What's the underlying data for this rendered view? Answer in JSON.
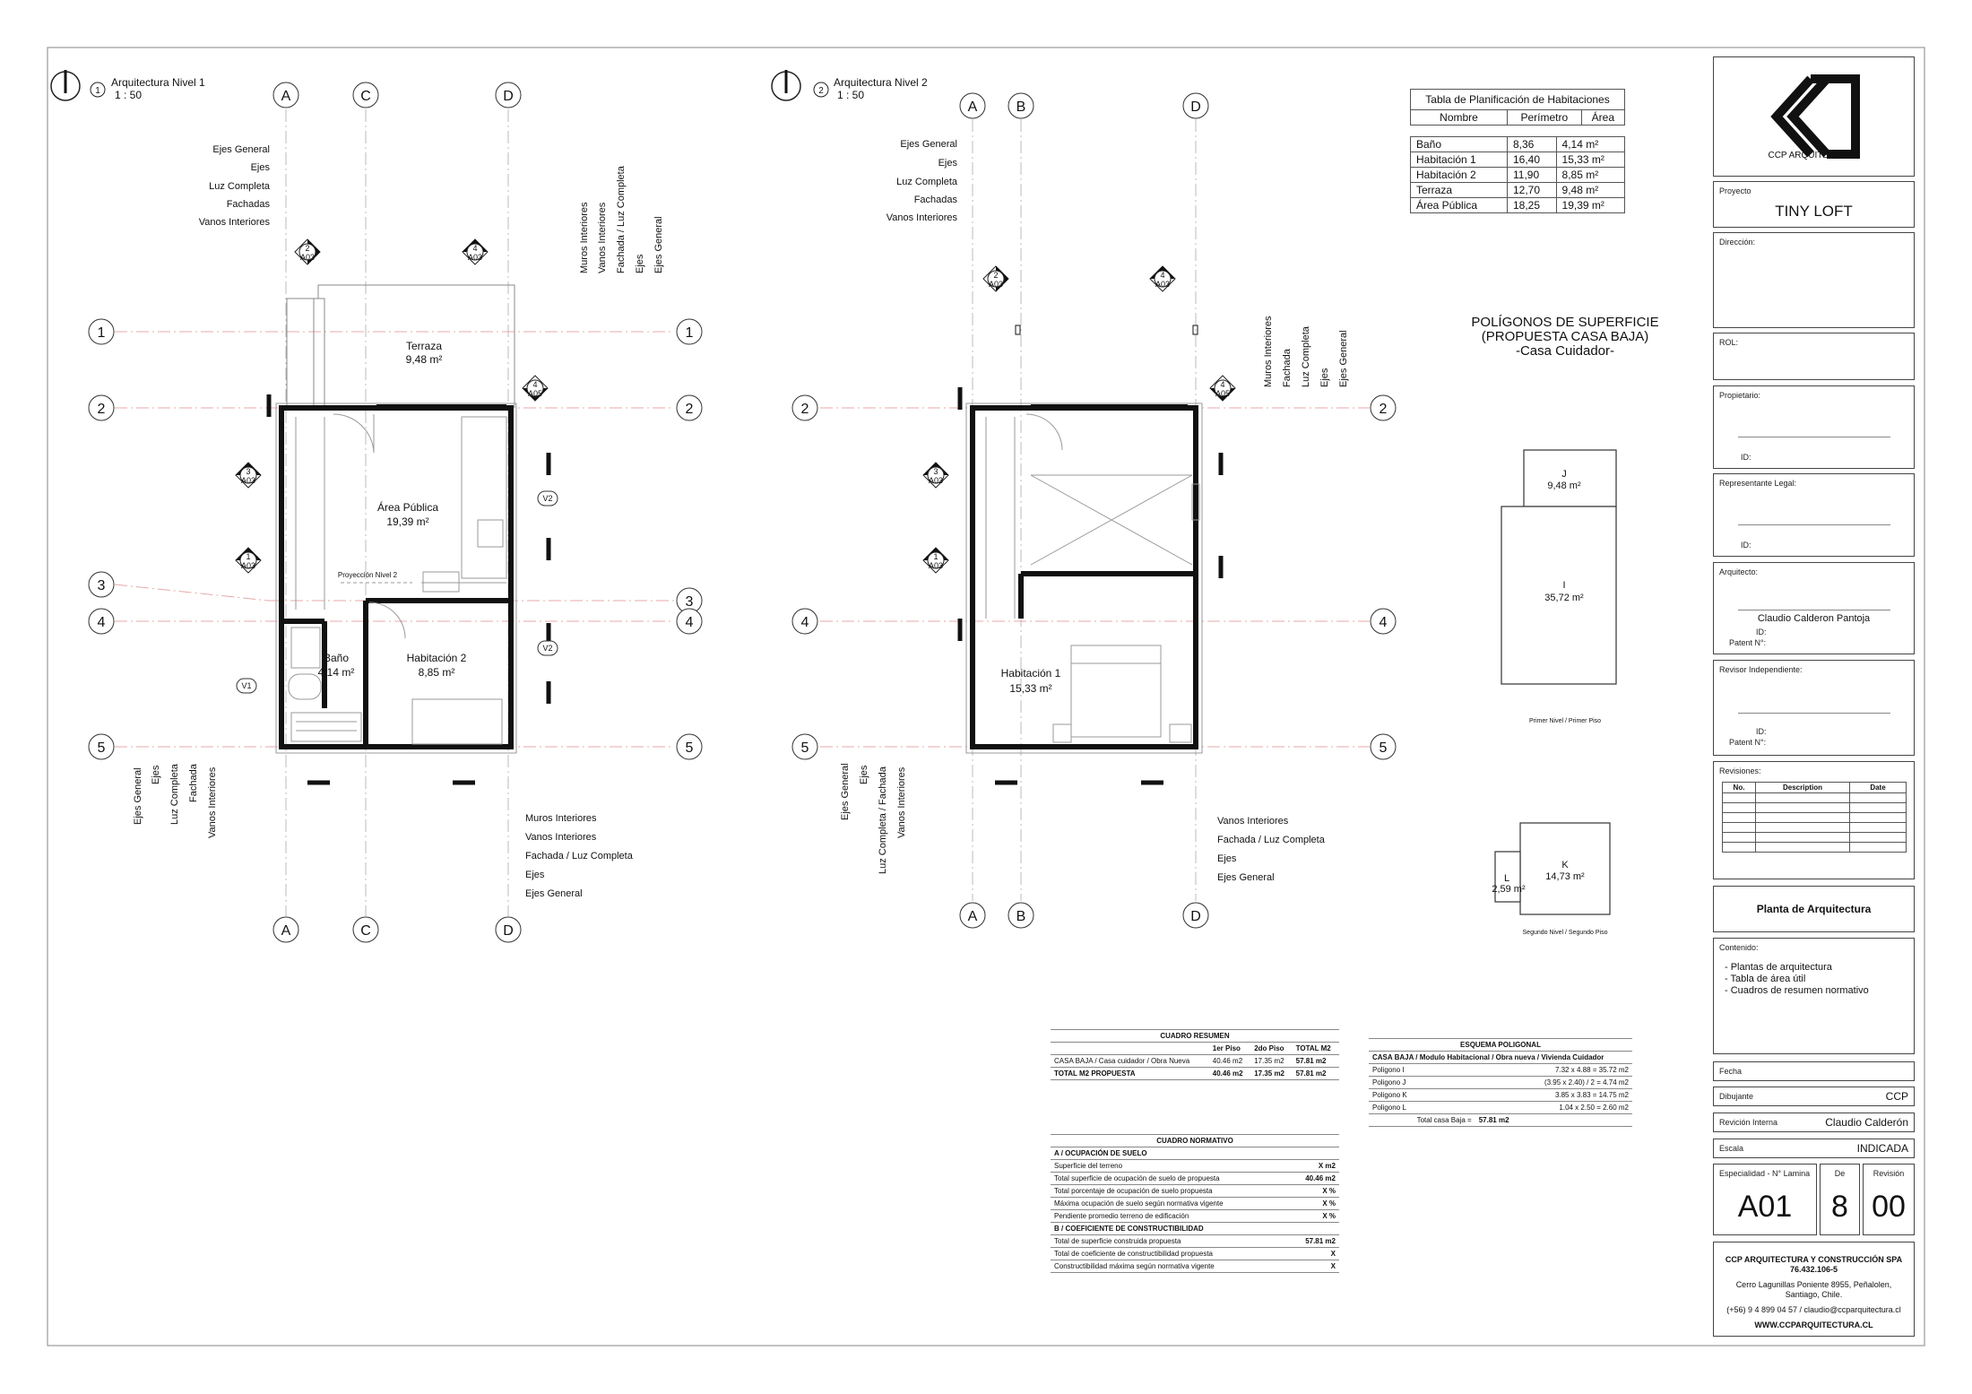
{
  "plan1": {
    "title": "Arquitectura Nivel 1",
    "scale": "1 : 50",
    "number": "1",
    "legend_left": [
      "Ejes General",
      "Ejes",
      "Luz Completa",
      "Fachadas",
      "Vanos Interiores"
    ],
    "legend_vertical_top": [
      "Muros Interiores",
      "Vanos Interiores",
      "Fachada / Luz Completa",
      "Ejes",
      "Ejes General"
    ],
    "legend_vertical_bottom": [
      "Ejes General",
      "Ejes",
      "Luz Completa",
      "Fachada",
      "Vanos Interiores"
    ],
    "legend_bottom": [
      "Muros Interiores",
      "Vanos Interiores",
      "Fachada / Luz Completa",
      "Ejes",
      "Ejes General"
    ],
    "rooms": [
      {
        "name": "Terraza",
        "area": "9,48 m²"
      },
      {
        "name": "Área Pública",
        "area": "19,39 m²"
      },
      {
        "name": "Baño",
        "area": "4,14 m²"
      },
      {
        "name": "Habitación 2",
        "area": "8,85 m²"
      }
    ],
    "projection_label": "Proyección Nivel 2",
    "axes_letters": [
      "A",
      "C",
      "D"
    ],
    "axes_numbers": [
      "1",
      "2",
      "3",
      "4",
      "5"
    ],
    "section_tags": [
      {
        "n": "2",
        "s": "A03"
      },
      {
        "n": "4",
        "s": "A03"
      },
      {
        "n": "3",
        "s": "A03"
      },
      {
        "n": "1",
        "s": "A03"
      },
      {
        "n": "4",
        "s": "A05"
      }
    ],
    "window_tags": [
      "V2",
      "V2",
      "V1"
    ]
  },
  "plan2": {
    "title": "Arquitectura Nivel 2",
    "scale": "1 : 50",
    "number": "2",
    "legend_left": [
      "Ejes General",
      "Ejes",
      "Luz Completa",
      "Fachadas",
      "Vanos Interiores"
    ],
    "legend_vertical_top": [
      "Muros Interiores",
      "Fachada",
      "Luz Completa",
      "Ejes",
      "Ejes General"
    ],
    "legend_vertical_bottom": [
      "Ejes General",
      "Ejes",
      "Luz Completa / Fachada",
      "Vanos Interiores"
    ],
    "legend_bottom": [
      "Vanos Interiores",
      "Fachada / Luz Completa",
      "Ejes",
      "Ejes General"
    ],
    "rooms": [
      {
        "name": "Habitación 1",
        "area": "15,33 m²"
      }
    ],
    "axes_letters": [
      "A",
      "B",
      "D"
    ],
    "axes_numbers": [
      "2",
      "4",
      "5"
    ],
    "section_tags": [
      {
        "n": "2",
        "s": "A03"
      },
      {
        "n": "4",
        "s": "A03"
      },
      {
        "n": "3",
        "s": "A03"
      },
      {
        "n": "1",
        "s": "A03"
      },
      {
        "n": "4",
        "s": "A05"
      }
    ]
  },
  "room_table": {
    "title": "Tabla de Planificación de Habitaciones",
    "headers": [
      "Nombre",
      "Perímetro",
      "Área"
    ],
    "rows": [
      [
        "Baño",
        "8,36",
        "4,14 m²"
      ],
      [
        "Habitación 1",
        "16,40",
        "15,33 m²"
      ],
      [
        "Habitación 2",
        "11,90",
        "8,85 m²"
      ],
      [
        "Terraza",
        "12,70",
        "9,48 m²"
      ],
      [
        "Área Pública",
        "18,25",
        "19,39 m²"
      ]
    ]
  },
  "polygons": {
    "title_lines": [
      "POLÍGONOS DE SUPERFICIE",
      "(PROPUESTA CASA BAJA)",
      "-Casa Cuidador-"
    ],
    "items": [
      {
        "id": "J",
        "area": "9,48 m²"
      },
      {
        "id": "I",
        "area": "35,72 m²"
      },
      {
        "id": "K",
        "area": "14,73 m²"
      },
      {
        "id": "L",
        "area": "2,59 m²"
      }
    ],
    "caption_first": "Primer Nivel / Primer Piso",
    "caption_second": "Segundo Nivel / Segundo Piso"
  },
  "cuadro_resumen": {
    "title": "CUADRO RESUMEN",
    "headers": [
      "",
      "1er Piso",
      "2do Piso",
      "TOTAL M2"
    ],
    "row": [
      "CASA BAJA / Casa cuidador / Obra Nueva",
      "40.46 m2",
      "17.35 m2",
      "57.81 m2"
    ],
    "total": [
      "TOTAL M2 PROPUESTA",
      "40.46 m2",
      "17.35 m2",
      "57.81 m2"
    ]
  },
  "esquema": {
    "title": "ESQUEMA POLIGONAL",
    "subtitle": "CASA BAJA / Modulo Habitacional / Obra nueva / Vivienda Cuidador",
    "rows": [
      [
        "Poligono I",
        "7.32 x 4.88 = 35.72 m2"
      ],
      [
        "Poligono J",
        "(3.95 x 2.40) / 2 = 4.74 m2"
      ],
      [
        "Poligono K",
        "3.85 x 3.83 = 14.75 m2"
      ],
      [
        "Poligono L",
        "1.04 x 2.50 = 2.60 m2"
      ]
    ],
    "total_label": "Total casa Baja =",
    "total_value": "57.81 m2"
  },
  "cuadro_normativo": {
    "title": "CUADRO NORMATIVO",
    "section_a": "A / OCUPACIÓN DE SUELO",
    "rows_a": [
      [
        "Superficie del terreno",
        "X m2"
      ],
      [
        "Total superficie de ocupación de suelo de propuesta",
        "40.46 m2"
      ],
      [
        "Total porcentaje de ocupación de suelo propuesta",
        "X %"
      ],
      [
        "Máxima ocupación de suelo según normativa vigente",
        "X %"
      ],
      [
        "Pendiente promedio terreno de edificación",
        "X %"
      ]
    ],
    "section_b": "B / COEFICIENTE DE CONSTRUCTIBILIDAD",
    "rows_b": [
      [
        "Total de superficie construida propuesta",
        "57.81 m2"
      ],
      [
        "Total de coeficiente de constructibilidad propuesta",
        "X"
      ],
      [
        "Constructibilidad máxima según normativa vigente",
        "X"
      ]
    ]
  },
  "title_block": {
    "company_logo_text": "CCP ARQUITECTURA",
    "proyecto_label": "Proyecto",
    "proyecto": "TINY LOFT",
    "direccion_label": "Dirección:",
    "rol_label": "ROL:",
    "propietario_label": "Propietario:",
    "id_label": "ID:",
    "representante_label": "Representante Legal:",
    "arquitecto_label": "Arquitecto:",
    "arquitecto": "Claudio Calderon Pantoja",
    "patent_label": "Patent N°:",
    "revisor_label": "Revisor Independiente:",
    "revisiones_label": "Revisiones:",
    "rev_headers": [
      "No.",
      "Description",
      "Date"
    ],
    "sheet_title": "Planta de Arquitectura",
    "contenido_label": "Contenido:",
    "contenido": [
      "- Plantas de arquitectura",
      "- Tabla de área útil",
      "- Cuadros de resumen normativo"
    ],
    "fecha_label": "Fecha",
    "dibujante_label": "Dibujante",
    "dibujante": "CCP",
    "revision_interna_label": "Revición Interna",
    "revision_interna": "Claudio Calderón",
    "escala_label": "Escala",
    "escala": "INDICADA",
    "especialidad_label": "Especialidad  -  N° Lamina",
    "lamina": "A01",
    "de_label": "De",
    "de": "8",
    "revision_label": "Revisión",
    "revision": "00",
    "company": "CCP ARQUITECTURA Y CONSTRUCCIÓN SPA",
    "rut": "76.432.106-5",
    "address1": "Cerro Lagunillas Poniente 8955, Peñalolen,",
    "address2": "Santiago, Chile.",
    "contact": "(+56) 9 4 899 04 57  / claudio@ccparquitectura.cl",
    "web": "WWW.CCPARQUITECTURA.CL"
  }
}
